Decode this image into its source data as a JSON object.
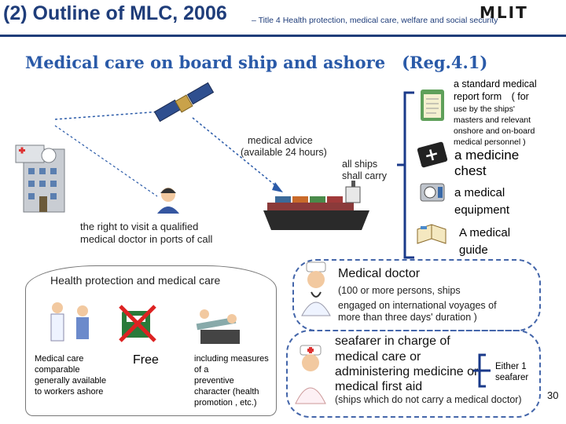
{
  "header": {
    "title": "(2) Outline of MLC, 2006",
    "subtitle": "– Title 4 Health protection, medical care, welfare and social security",
    "logo": "MLIT"
  },
  "main_title": "Medical care on board ship and ashore　(Reg.4.1)",
  "left_diagram": {
    "medical_advice": "medical advice",
    "available": "(available 24 hours)",
    "all_ships": "all ships",
    "shall_carry": "shall carry",
    "right_to_visit_1": "the right to visit a qualified",
    "right_to_visit_2": "medical doctor in ports of call"
  },
  "right_list": {
    "report_form_1": "a standard medical",
    "report_form_2": "report form　( for",
    "report_form_3": "use by the ships'",
    "report_form_4": "masters and relevant",
    "report_form_5": "onshore and on-board",
    "report_form_6": "medical personnel )",
    "chest_1": "a medicine",
    "chest_2": "chest",
    "equipment_1": "a medical",
    "equipment_2": "equipment",
    "guide_1": "A medical",
    "guide_2": "guide"
  },
  "health_box": {
    "title": "Health protection and medical care",
    "comparable_1": "Medical care",
    "comparable_2": "comparable",
    "comparable_3": "generally available",
    "comparable_4": "to workers ashore",
    "free": "Free",
    "measures_1": "including measures",
    "measures_2": "of a",
    "measures_3": "preventive",
    "measures_4": "character (health",
    "measures_5": "promotion , etc.)"
  },
  "doctor_box": {
    "title": "Medical doctor",
    "line1": "(100 or more persons, ships",
    "line2": "engaged on international voyages of",
    "line3": "more than three days' duration )"
  },
  "seafarer_box": {
    "line1": "seafarer in charge of",
    "line2": "medical care or",
    "line3": "administering medicine or",
    "line4": "medical first aid",
    "either_1": "Either 1",
    "either_2": "seafarer",
    "note": "(ships which do not carry a medical doctor)"
  },
  "page_number": "30",
  "colors": {
    "brand": "#1f3d7a",
    "accent": "#2a5aa8",
    "bracket": "#1a3a8a"
  }
}
